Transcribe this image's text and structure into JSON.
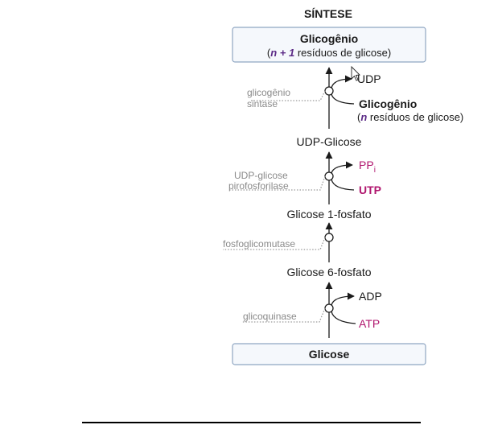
{
  "diagram": {
    "heading": "SÍNTESE",
    "top_box": {
      "name": "Glicogênio",
      "n1": "n + 1",
      "rest": "resíduos de glicose)"
    },
    "step1": {
      "enzyme_line1": "glicogênio",
      "enzyme_line2": "sintase",
      "product_out": "UDP",
      "substrate_in": "Glicogênio",
      "substrate_n": "n",
      "substrate_rest": "resíduos de glicose)"
    },
    "node1": "UDP-Glicose",
    "step2": {
      "enzyme_line1": "UDP-glicose",
      "enzyme_line2": "pirofosforilase",
      "product_out": "PP",
      "product_sub": "i",
      "substrate_in": "UTP"
    },
    "node2": "Glicose 1-fosfato",
    "step3": {
      "enzyme": "fosfoglicomutase"
    },
    "node3": "Glicose 6-fosfato",
    "step4": {
      "enzyme": "glicoquinase",
      "product_out": "ADP",
      "substrate_in": "ATP"
    },
    "bottom_box": "Glicose"
  },
  "colors": {
    "highlight_magenta": "#b0166e",
    "italic_purple": "#5b2a86",
    "box_border": "#8fa6c2",
    "enzyme_gray": "#8a8a8a"
  }
}
